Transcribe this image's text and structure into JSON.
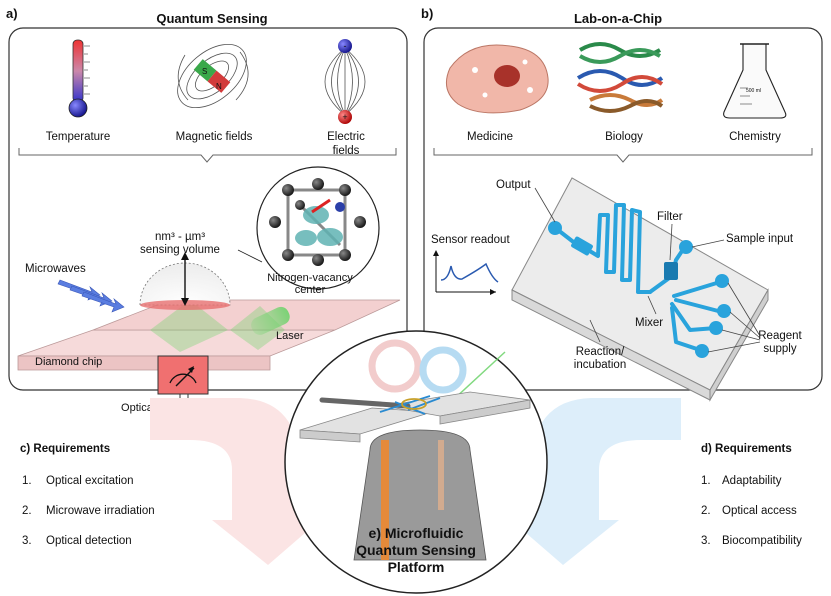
{
  "panel_a": {
    "letter": "a)",
    "title": "Quantum Sensing",
    "icons": [
      {
        "label": "Temperature",
        "icon": "thermometer-icon"
      },
      {
        "label": "Magnetic fields",
        "icon": "magnet-icon"
      },
      {
        "label": "Electric",
        "label2": "fields",
        "icon": "electric-field-icon"
      }
    ],
    "volume_line1": "nm³ - µm³",
    "volume_line2": "sensing volume",
    "microwaves": "Microwaves",
    "nv_line1": "Nitrogen-vacancy",
    "nv_line2": "center",
    "laser": "Laser",
    "diamond_chip": "Diamond chip",
    "detection": "Optical detection of signal"
  },
  "panel_b": {
    "letter": "b)",
    "title": "Lab-on-a-Chip",
    "icons": [
      {
        "label": "Medicine",
        "icon": "cell-icon"
      },
      {
        "label": "Biology",
        "icon": "dna-icon"
      },
      {
        "label": "Chemistry",
        "icon": "flask-icon"
      }
    ],
    "flask_mark": "500 ml",
    "output": "Output",
    "filter": "Filter",
    "sample_input": "Sample input",
    "sensor_readout": "Sensor readout",
    "mixer": "Mixer",
    "reaction_line1": "Reaction/",
    "reaction_line2": "incubation",
    "reagent_line1": "Reagent",
    "reagent_line2": "supply"
  },
  "panel_c": {
    "title": "c) Requirements",
    "items": [
      {
        "num": "1.",
        "text": "Optical excitation"
      },
      {
        "num": "2.",
        "text": "Microwave irradiation"
      },
      {
        "num": "3.",
        "text": "Optical detection"
      }
    ]
  },
  "panel_d": {
    "title": "d) Requirements",
    "items": [
      {
        "num": "1.",
        "text": "Adaptability"
      },
      {
        "num": "2.",
        "text": "Optical access"
      },
      {
        "num": "3.",
        "text": "Biocompatibility"
      }
    ]
  },
  "panel_e": {
    "line1": "e) Microfluidic",
    "line2": "Quantum Sensing",
    "line3": "Platform"
  },
  "colors": {
    "pink_arrow": "#fbe4e4",
    "blue_arrow": "#ddeefa",
    "channel_blue": "#29a3dc",
    "laser_green": "#6dd36b",
    "detector_red": "#f07070",
    "cavity_teal": "#5fb3b3"
  }
}
